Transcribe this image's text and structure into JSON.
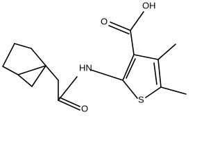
{
  "atoms": {
    "carboxylic_oh": "OH",
    "carboxylic_o": "O",
    "amide_nh": "HN",
    "thiophene_s": "S",
    "amide_o": "O"
  }
}
